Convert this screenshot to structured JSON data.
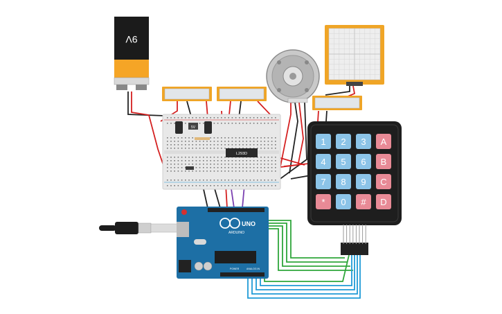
{
  "battery": {
    "label": "9V"
  },
  "motor_driver": {
    "label": "L293D"
  },
  "regulator": {
    "label": "5V"
  },
  "arduino": {
    "model": "UNO",
    "brand": "ARDUINO",
    "power_label": "POWER",
    "analog_label": "ANALOG IN"
  },
  "keypad": {
    "keys": [
      "1",
      "2",
      "3",
      "A",
      "4",
      "5",
      "6",
      "B",
      "7",
      "8",
      "9",
      "C",
      "*",
      "0",
      "#",
      "D"
    ]
  },
  "colors": {
    "key_number": "#8cc4e8",
    "key_letter": "#e88a96",
    "arduino_board": "#1d6fa5",
    "breadboard": "#e8e8e8",
    "pot_frame": "#f0a526",
    "battery_body": "#1b1b1b",
    "battery_band": "#f5a526",
    "wire_red": "#d42020",
    "wire_black": "#222222",
    "wire_green": "#2ea63a",
    "wire_blue": "#1f9ad6",
    "wire_purple": "#7a3fb0"
  },
  "icons": {
    "motor": "dc-motor-icon",
    "plotter": "graph-panel-icon",
    "usb": "usb-plug-icon"
  }
}
